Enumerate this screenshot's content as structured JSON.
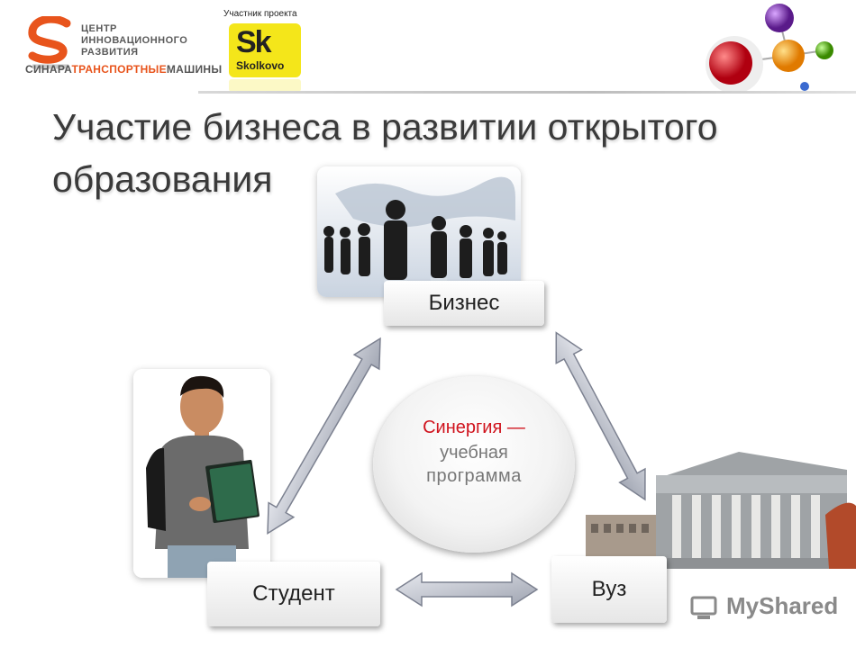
{
  "header": {
    "center_logo_lines": [
      "ЦЕНТР",
      "ИННОВАЦИОННОГО",
      "РАЗВИТИЯ"
    ],
    "sinara_part1": "СИНАРА",
    "sinara_part2": "ТРАНСПОРТНЫЕ",
    "sinara_part3": "МАШИНЫ",
    "participant_label": "Участник проекта",
    "skolkovo_big": "Sk",
    "skolkovo_small": "Skolkovo"
  },
  "title_line1": "Участие бизнеса в развитии открытого",
  "title_line2": "образования",
  "nodes": {
    "business": "Бизнес",
    "student": "Студент",
    "university": "Вуз"
  },
  "center": {
    "line1": "Синергия —",
    "line2": "учебная",
    "line3": "программа"
  },
  "watermark": "MyShared",
  "colors": {
    "accent_red": "#d0141e",
    "orange": "#e8541c",
    "skolkovo_yellow": "#f4e61a"
  }
}
